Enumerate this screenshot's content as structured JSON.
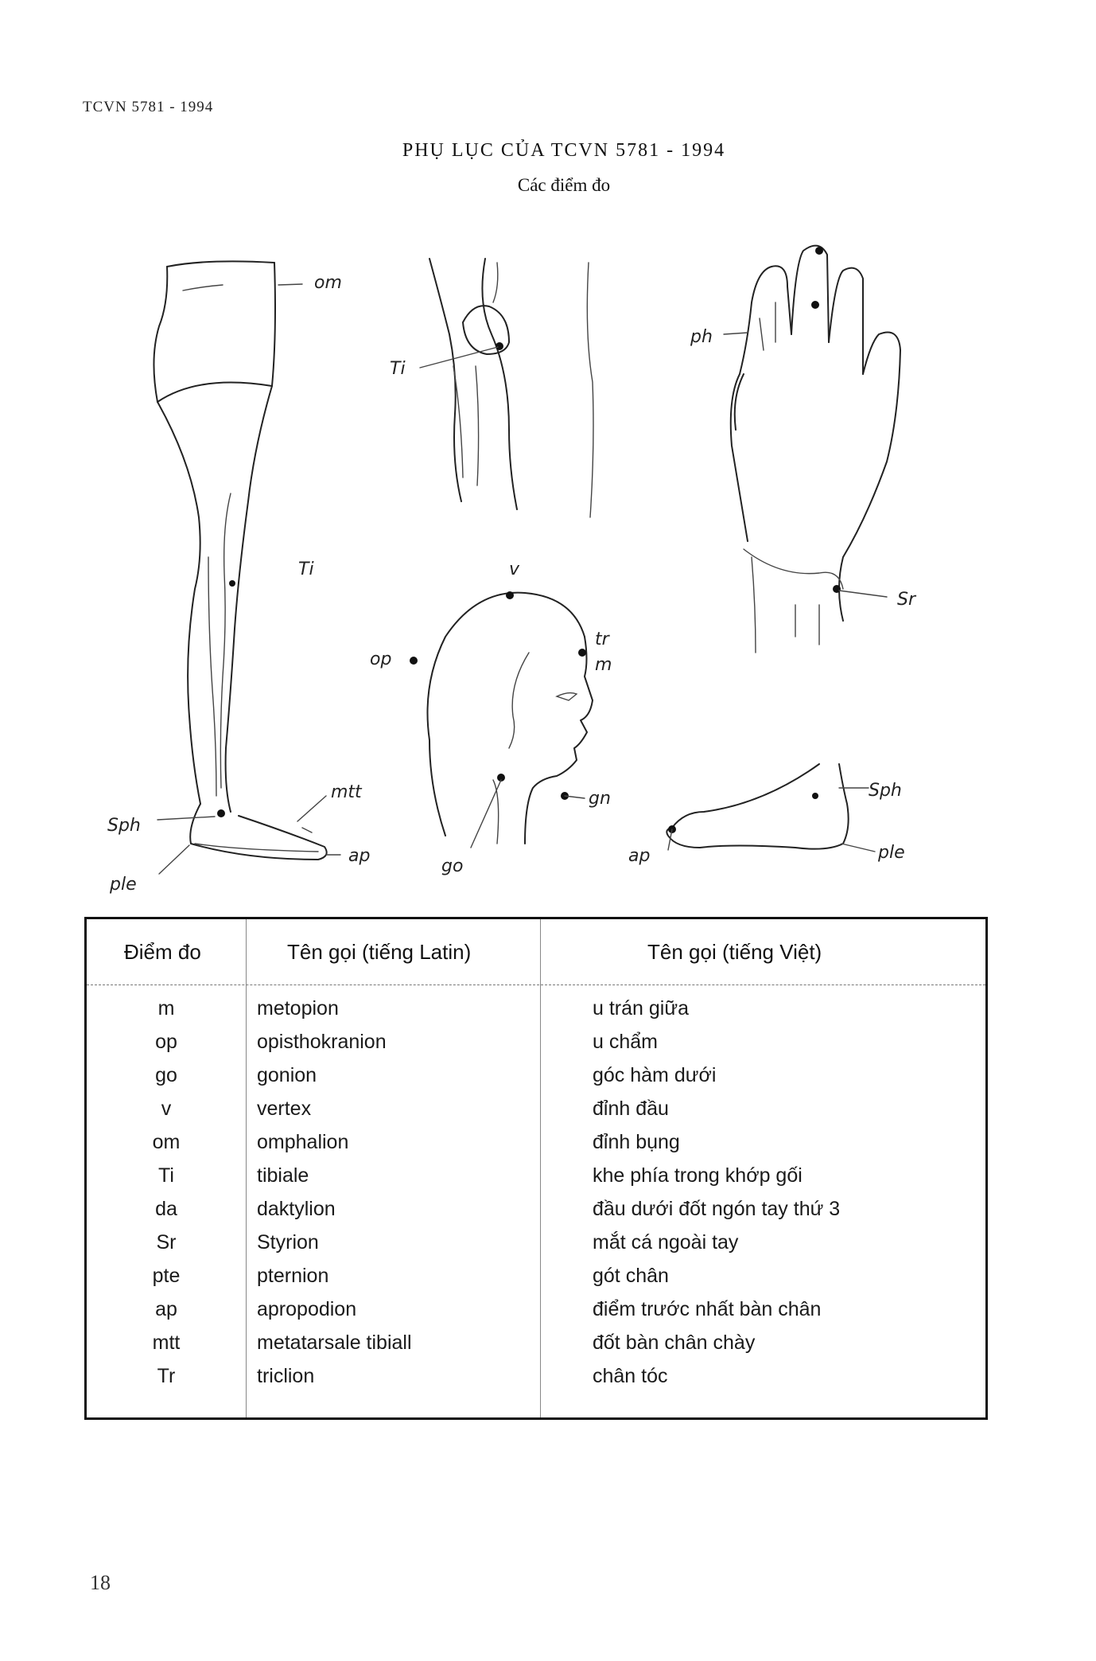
{
  "running_header": "TCVN 5781 - 1994",
  "title": "PHỤ LỤC CỦA TCVN 5781 - 1994",
  "subtitle": "Các điểm đo",
  "figure_labels": {
    "om": "om",
    "ti_knee": "Ti",
    "ph": "ph",
    "ti_leg": "Ti",
    "v": "v",
    "op": "op",
    "tr": "tr",
    "m": "m",
    "sr": "Sr",
    "mtt": "mtt",
    "sph_left": "Sph",
    "sph_right": "Sph",
    "ple_left": "ple",
    "ple_right": "ple",
    "ap_left": "ap",
    "ap_right": "ap",
    "gn": "gn",
    "go": "go"
  },
  "table": {
    "headers": [
      "Điểm đo",
      "Tên gọi (tiếng Latin)",
      "Tên gọi (tiếng Việt)"
    ],
    "rows": [
      {
        "code": "m",
        "latin": "metopion",
        "viet": "u trán giữa"
      },
      {
        "code": "op",
        "latin": "opisthokranion",
        "viet": "u chẩm"
      },
      {
        "code": "go",
        "latin": "gonion",
        "viet": "góc hàm dưới"
      },
      {
        "code": "v",
        "latin": "vertex",
        "viet": "đỉnh đầu"
      },
      {
        "code": "om",
        "latin": "omphalion",
        "viet": "đỉnh bụng"
      },
      {
        "code": "Ti",
        "latin": "tibiale",
        "viet": "khe phía trong khớp gối"
      },
      {
        "code": "da",
        "latin": "daktylion",
        "viet": "đầu dưới đốt ngón tay thứ 3"
      },
      {
        "code": "Sr",
        "latin": "Styrion",
        "viet": "mắt cá ngoài tay"
      },
      {
        "code": "pte",
        "latin": "pternion",
        "viet": "gót chân"
      },
      {
        "code": "ap",
        "latin": "apropodion",
        "viet": "điểm trước nhất bàn chân"
      },
      {
        "code": "mtt",
        "latin": "metatarsale tibiall",
        "viet": "đốt bàn chân chày"
      },
      {
        "code": "Tr",
        "latin": "triclion",
        "viet": "chân tóc"
      }
    ]
  },
  "page_number": "18"
}
